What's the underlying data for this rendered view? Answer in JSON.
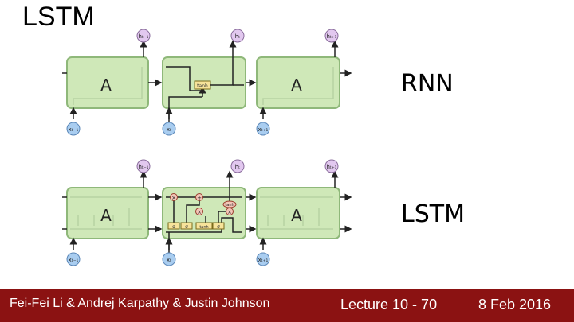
{
  "slide": {
    "title": "LSTM",
    "rnn_label": "RNN",
    "lstm_label": "LSTM"
  },
  "diagram": {
    "cell_label": "A",
    "inputs": [
      "xₜ₋₁",
      "xₜ",
      "xₜ₊₁"
    ],
    "outputs": [
      "hₜ₋₁",
      "hₜ",
      "hₜ₊₁"
    ],
    "rnn_op": "tanh",
    "lstm_gates": [
      "σ",
      "σ",
      "tanh",
      "σ"
    ],
    "lstm_pointwise": [
      "×",
      "+",
      "×",
      "×",
      "tanh"
    ]
  },
  "footer": {
    "authors": "Fei-Fei Li & Andrej Karpathy & Justin Johnson",
    "lecture": "Lecture 10 -  70",
    "date": "8 Feb 2016"
  },
  "colors": {
    "cell_fill": "#cfe8b8",
    "cell_stroke": "#8fb87a",
    "node_fill": "#a9cdf0",
    "out_fill": "#e2c8ef",
    "gate_fill": "#f7e39a",
    "footer_bg": "#8b1212"
  }
}
